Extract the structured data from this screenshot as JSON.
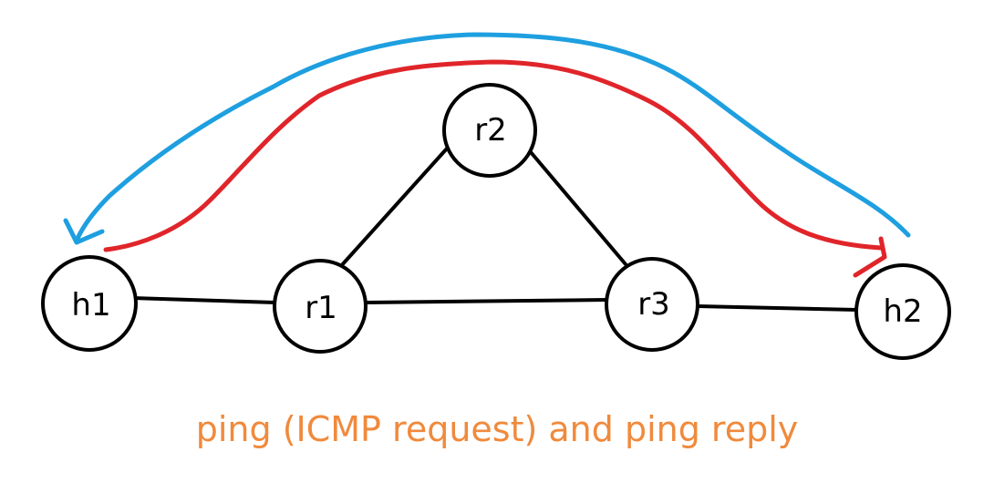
{
  "nodes": {
    "h1": "h1",
    "r1": "r1",
    "r2": "r2",
    "r3": "r3",
    "h2": "h2"
  },
  "caption": "ping (ICMP request) and ping reply",
  "colors": {
    "request_arc": "#e0252a",
    "reply_arc": "#1e9fe0",
    "caption": "#f08a3c",
    "links": "#000000"
  }
}
